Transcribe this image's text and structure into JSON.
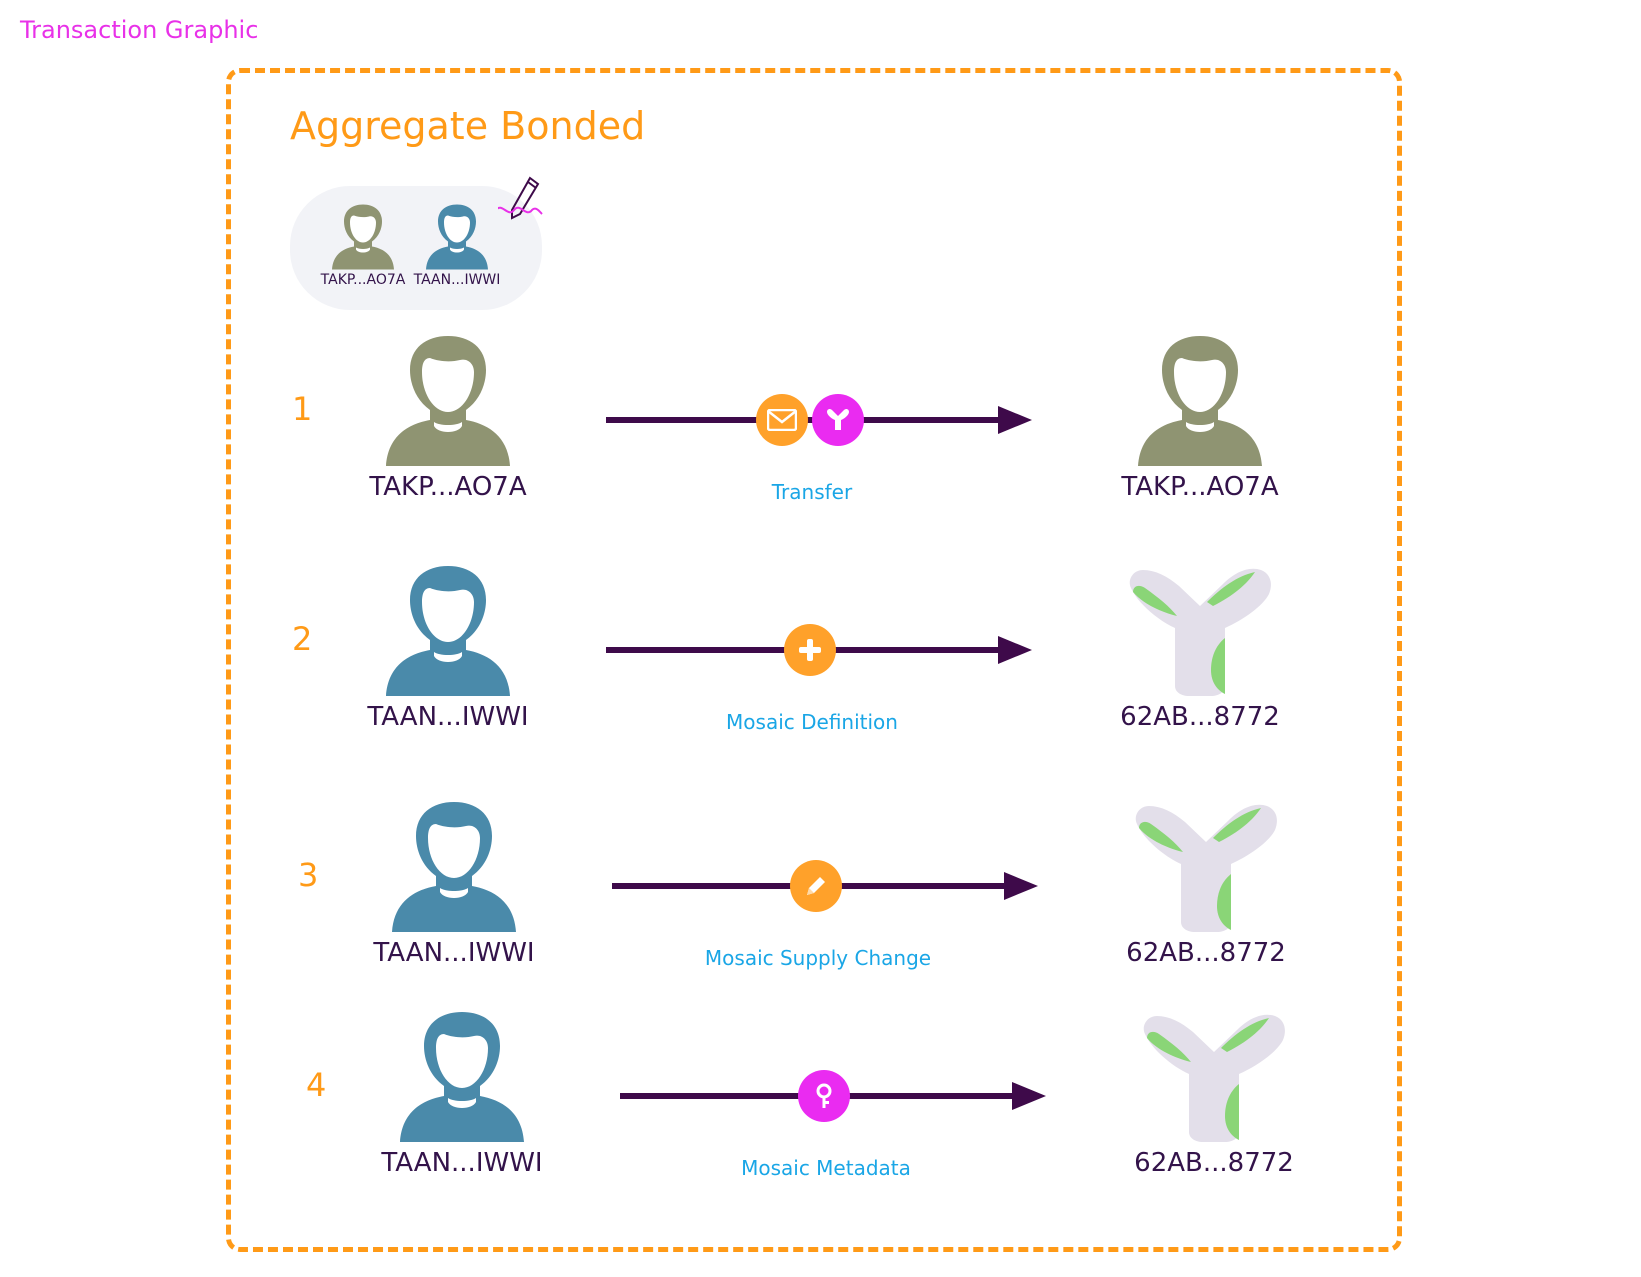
{
  "page": {
    "title": "Transaction Graphic"
  },
  "aggregate": {
    "title": "Aggregate Bonded",
    "signers": [
      {
        "label": "TAKP...AO7A",
        "color": "#8f9472"
      },
      {
        "label": "TAAN...IWWI",
        "color": "#4a8aaa"
      }
    ]
  },
  "colors": {
    "accent_orange": "#ff9a17",
    "arrow_purple": "#3e0a4a",
    "label_blue": "#1aa6e6",
    "account_olive": "#8f9472",
    "account_teal": "#4a8aaa",
    "mosaic_green": "#8ad577"
  },
  "rows": [
    {
      "number": "1",
      "source": "TAKP...AO7A",
      "target": "TAKP...AO7A",
      "label": "Transfer",
      "icons": [
        "envelope-icon",
        "mosaic-icon"
      ]
    },
    {
      "number": "2",
      "source": "TAAN...IWWI",
      "target": "62AB...8772",
      "label": "Mosaic Definition",
      "icons": [
        "plus-icon"
      ]
    },
    {
      "number": "3",
      "source": "TAAN...IWWI",
      "target": "62AB...8772",
      "label": "Mosaic Supply Change",
      "icons": [
        "pencil-icon"
      ]
    },
    {
      "number": "4",
      "source": "TAAN...IWWI",
      "target": "62AB...8772",
      "label": "Mosaic Metadata",
      "icons": [
        "key-icon"
      ]
    }
  ]
}
